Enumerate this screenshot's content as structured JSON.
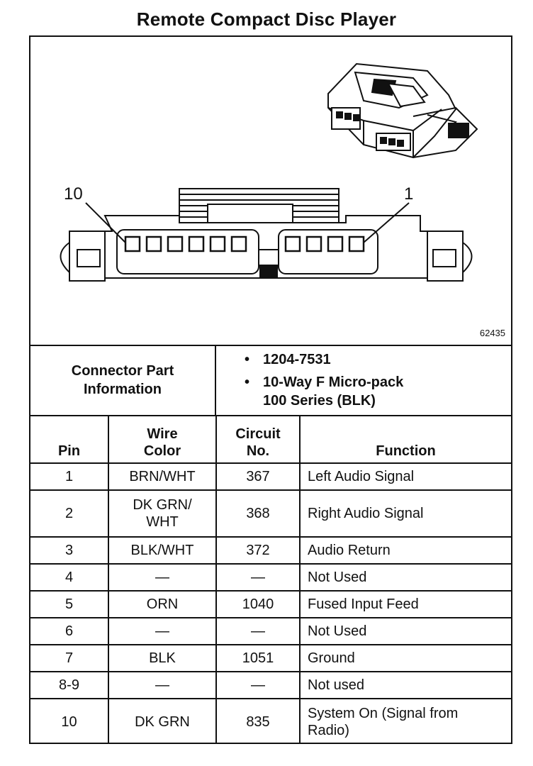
{
  "title": "Remote Compact Disc Player",
  "figure": {
    "number": "62435",
    "pin_label_left": "10",
    "pin_label_right": "1"
  },
  "connector_info": {
    "label": "Connector Part\nInformation",
    "items": [
      "1204-7531",
      "10-Way F Micro-pack\n100 Series (BLK)"
    ]
  },
  "table": {
    "headers": [
      "Pin",
      "Wire\nColor",
      "Circuit\nNo.",
      "Function"
    ],
    "rows": [
      {
        "pin": "1",
        "color": "BRN/WHT",
        "circuit": "367",
        "function": "Left Audio Signal"
      },
      {
        "pin": "2",
        "color": "DK GRN/\nWHT",
        "circuit": "368",
        "function": "Right Audio Signal"
      },
      {
        "pin": "3",
        "color": "BLK/WHT",
        "circuit": "372",
        "function": "Audio Return"
      },
      {
        "pin": "4",
        "color": "—",
        "circuit": "—",
        "function": "Not Used"
      },
      {
        "pin": "5",
        "color": "ORN",
        "circuit": "1040",
        "function": "Fused Input Feed"
      },
      {
        "pin": "6",
        "color": "—",
        "circuit": "—",
        "function": "Not Used"
      },
      {
        "pin": "7",
        "color": "BLK",
        "circuit": "1051",
        "function": "Ground"
      },
      {
        "pin": "8-9",
        "color": "—",
        "circuit": "—",
        "function": "Not used"
      },
      {
        "pin": "10",
        "color": "DK GRN",
        "circuit": "835",
        "function": "System On (Signal from\nRadio)"
      }
    ]
  }
}
